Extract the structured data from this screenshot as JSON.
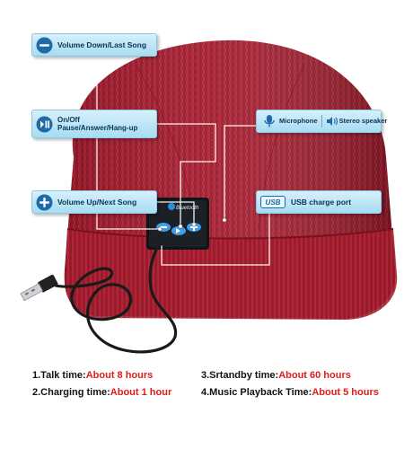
{
  "callouts": {
    "volume_down": {
      "label": "Volume Down/Last Song",
      "icon": "minus-icon"
    },
    "on_off": {
      "line1": "On/Off",
      "line2": "Pause/Answer/Hang-up",
      "icon": "play-pause-icon"
    },
    "volume_up": {
      "label": "Volume Up/Next Song",
      "icon": "plus-icon"
    },
    "microphone": {
      "label": "Microphone",
      "icon": "microphone-icon"
    },
    "stereo": {
      "label": "Stereo speaker",
      "icon": "speaker-icon"
    },
    "usb": {
      "badge": "USB",
      "label": "USB charge port"
    }
  },
  "device": {
    "brand": "Bluetooth"
  },
  "specs": [
    {
      "label": "1.Talk time:",
      "value": "About 8 hours"
    },
    {
      "label": "2.Charging time:",
      "value": "About 1 hour"
    },
    {
      "label": "3.Srtandby time:",
      "value": "About 60 hours"
    },
    {
      "label": "4.Music Playback Time:",
      "value": "About 5 hours"
    }
  ],
  "colors": {
    "beanie": "#a51c2e",
    "callout_fill": "#bfe6f6",
    "callout_text": "#0b3354",
    "spec_highlight": "#e21b1b",
    "icon_blue": "#1f6aa8"
  }
}
